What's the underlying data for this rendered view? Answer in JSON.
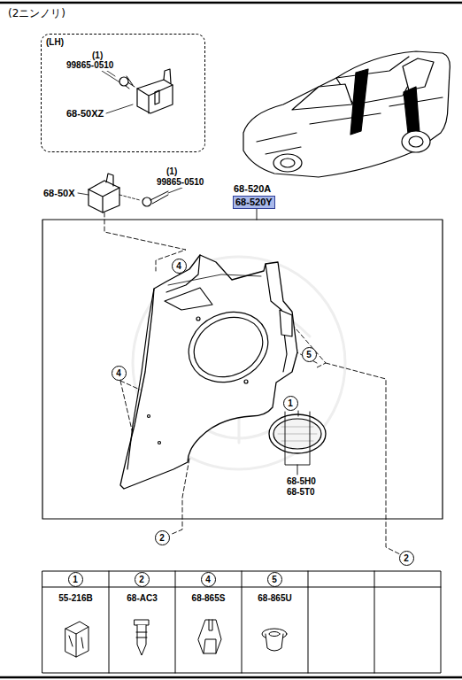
{
  "diagram": {
    "nodes": [
      {
        "text": [
          "(LH)"
        ]
      },
      {
        "text": [
          "4"
        ]
      },
      {
        "text": [
          "5"
        ]
      },
      {
        "text": [
          "4"
        ]
      },
      {
        "text": [
          "1"
        ]
      },
      {
        "text": [
          "2"
        ]
      },
      {
        "text": [
          "2"
        ]
      },
      {
        "text": [
          "1"
        ]
      },
      {
        "text": [
          "2"
        ]
      },
      {
        "text": [
          "4"
        ]
      },
      {
        "text": [
          "5"
        ]
      }
    ],
    "labels": [
      "(2ニンノリ)",
      "(1)",
      "99865-0510",
      "68-50XZ",
      "68-50X",
      "(1)",
      "99865-0510",
      "68-520A",
      "68-520Y",
      "68-5H0",
      "68-5T0",
      "55-216B",
      "68-AC3",
      "68-865S",
      "68-865U"
    ]
  }
}
